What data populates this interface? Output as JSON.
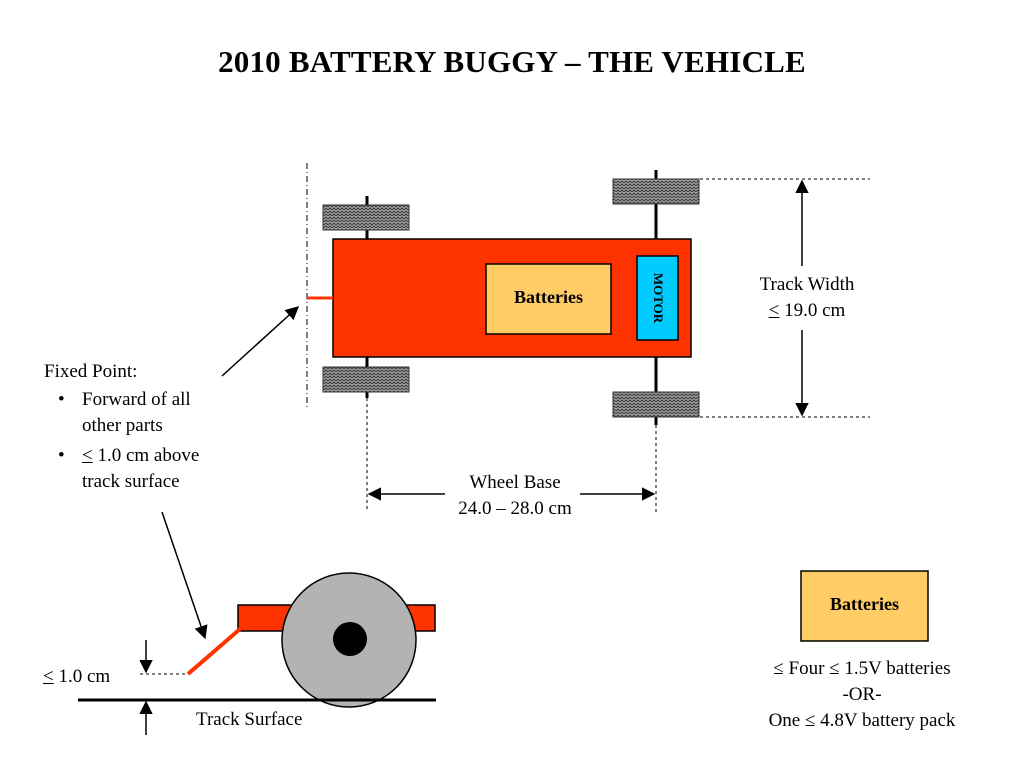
{
  "title": "2010 BATTERY BUGGY – THE VEHICLE",
  "colors": {
    "chassis": "#ff3300",
    "batteries": "#ffcc66",
    "motor": "#00ccff",
    "wheel_side": "#b3b3b3",
    "tire_top": "#9a9a9a",
    "arrow": "#000000"
  },
  "top_view": {
    "batteries_label": "Batteries",
    "motor_label": "MOTOR",
    "track_width": {
      "line1": "Track Width",
      "line2_symbol": "<",
      "line2_rest": " 19.0 cm"
    },
    "wheel_base": {
      "line1": "Wheel Base",
      "line2": "24.0 – 28.0 cm"
    }
  },
  "fixed_point": {
    "heading": "Fixed Point:",
    "bullets": [
      {
        "text": "Forward of all other parts"
      },
      {
        "symbol": "<",
        "text": " 1.0 cm above track surface"
      }
    ]
  },
  "side_view": {
    "height_symbol": "<",
    "height_label": " 1.0 cm",
    "track_surface_label": "Track Surface"
  },
  "battery_legend": {
    "box_label": "Batteries",
    "line1": "≤ Four ≤ 1.5V batteries",
    "line2": "-OR-",
    "line3": "One ≤ 4.8V battery pack"
  }
}
